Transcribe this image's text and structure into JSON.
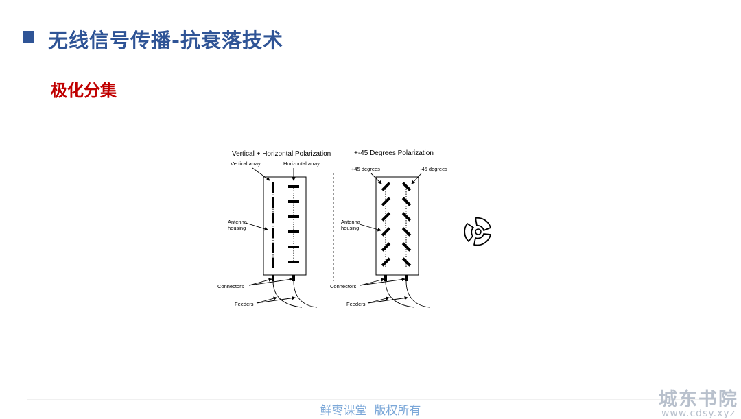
{
  "slide": {
    "title": "无线信号传播-抗衰落技术",
    "subtitle": "极化分集"
  },
  "diagram": {
    "left_panel": {
      "heading": "Vertical + Horizontal Polarization",
      "label_array_1": "Vertical array",
      "label_array_2": "Horizontal array",
      "label_housing": "Antenna\nhousing",
      "label_connectors": "Connectors",
      "label_feeders": "Feeders"
    },
    "right_panel": {
      "heading": "+-45 Degrees Polarization",
      "label_array_1": "+45 degrees",
      "label_array_2": "-45 degrees",
      "label_housing": "Antenna\nhousing",
      "label_connectors": "Connectors",
      "label_feeders": "Feeders"
    }
  },
  "footer": {
    "text": "鲜枣课堂  版权所有"
  },
  "watermark": {
    "name": "城东书院",
    "url": "www.cdsy.xyz"
  },
  "icons": {
    "media_icon": "spinner-play-icon"
  },
  "colors": {
    "title": "#2f5496",
    "subtitle": "#c00000",
    "footer": "#7ba7d8"
  }
}
